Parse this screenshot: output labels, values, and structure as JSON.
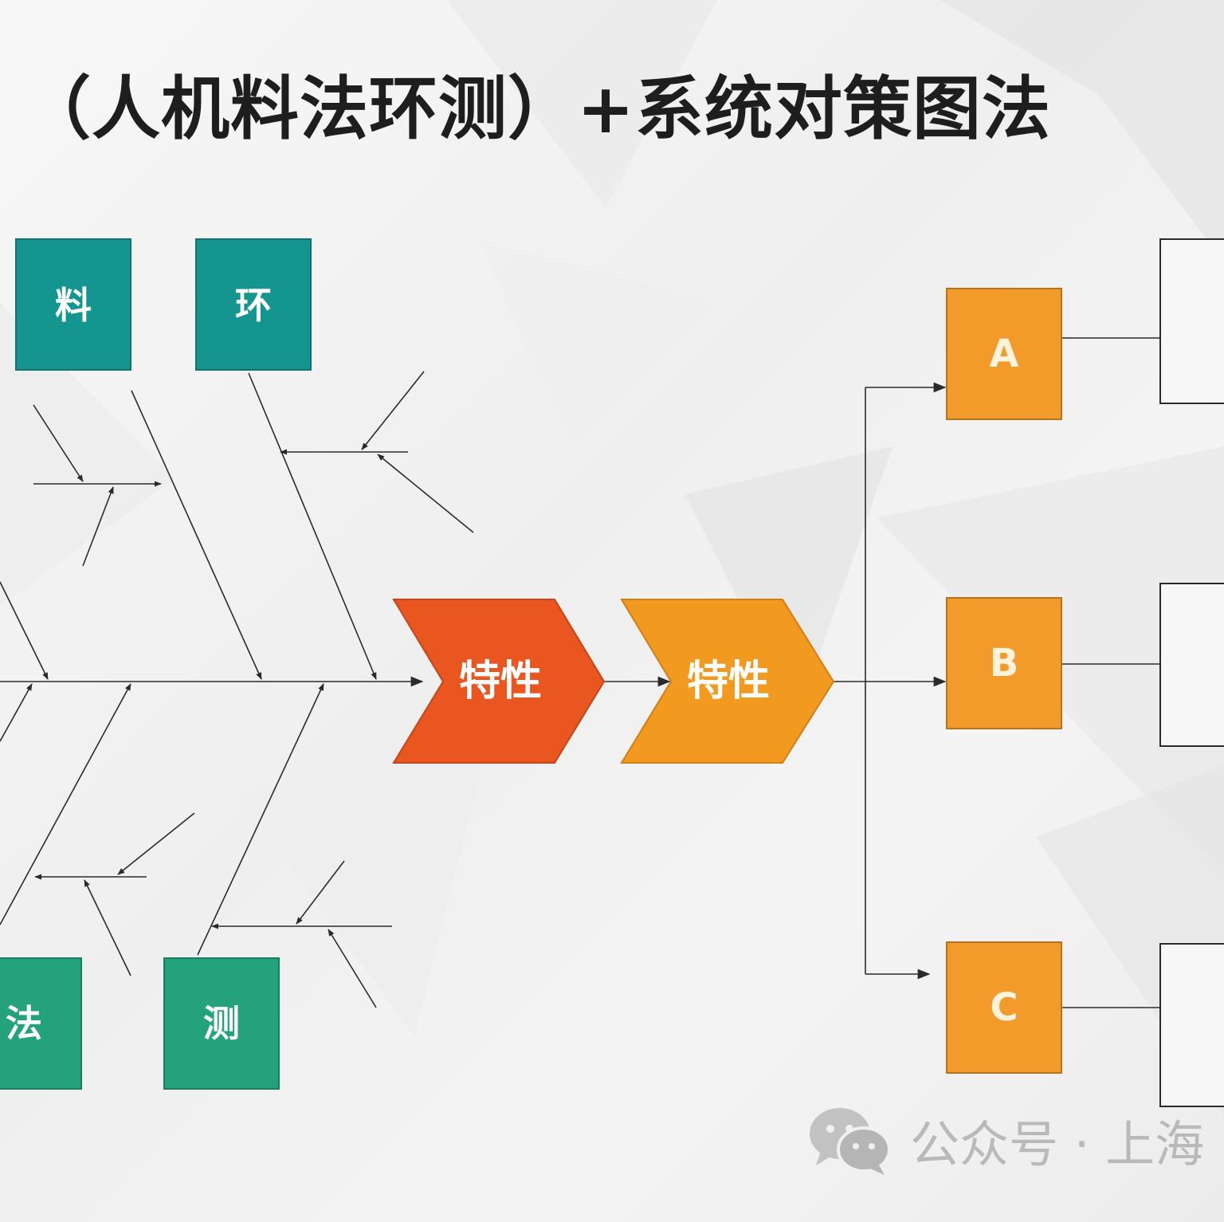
{
  "title": "（人机料法环测）+系统对策图法",
  "categories": {
    "material": "料",
    "environment": "环",
    "method": "法",
    "measurement": "测"
  },
  "characteristics": [
    "特性",
    "特性"
  ],
  "options": [
    "A",
    "B",
    "C"
  ],
  "watermark": {
    "icon": "wechat-icon",
    "text": "公众号 · 上海"
  },
  "colors": {
    "teal": "#14958f",
    "green": "#23a27b",
    "red_orange": "#e9561f",
    "orange": "#f29a20",
    "option_orange": "#f29a2a",
    "line": "#2b2b2b"
  }
}
